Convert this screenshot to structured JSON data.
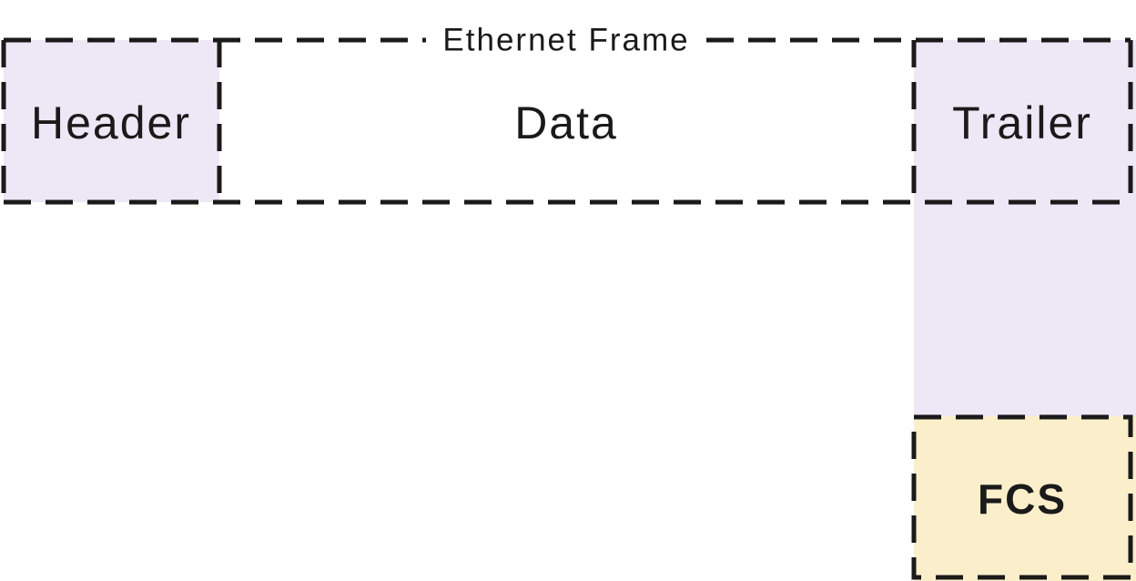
{
  "diagram": {
    "title": "Ethernet Frame",
    "blocks": {
      "header": {
        "label": "Header",
        "fill": "#EDE7F6"
      },
      "data": {
        "label": "Data",
        "fill": "#FFFFFF"
      },
      "trailer": {
        "label": "Trailer",
        "fill": "#EDE7F6"
      },
      "fcs": {
        "label": "FCS",
        "fill": "#FBEFCB"
      }
    },
    "colors": {
      "border": "#1A1A1A",
      "text": "#1A1A1A",
      "background": "#FFFFFF",
      "lavender": "#EDE7F6",
      "cream": "#FBEFCB"
    }
  }
}
